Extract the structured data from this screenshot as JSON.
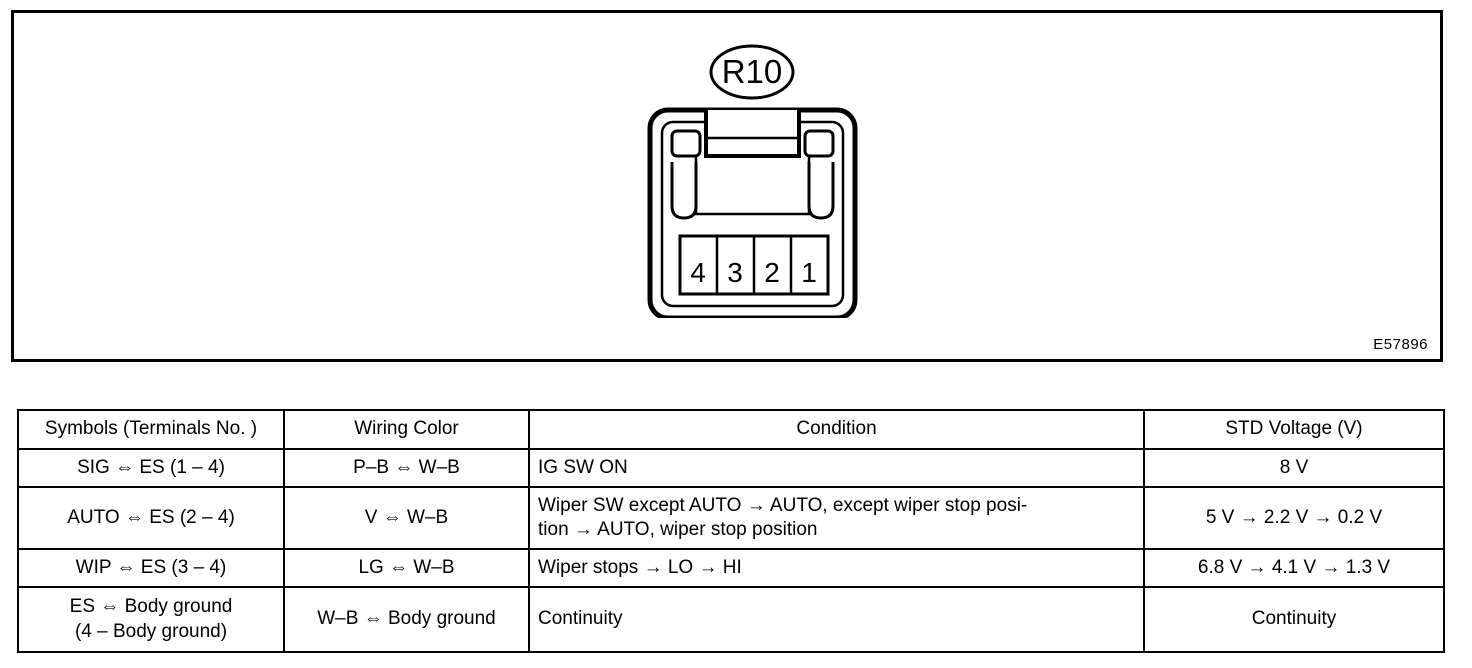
{
  "figure": {
    "connector_label": "R10",
    "terminal_numbers": [
      "4",
      "3",
      "2",
      "1"
    ],
    "reference_number": "E57896"
  },
  "table": {
    "headers": [
      "Symbols (Terminals No. )",
      "Wiring Color",
      "Condition",
      "STD Voltage (V)"
    ],
    "rows": [
      {
        "symbols": "SIG ⇔ ES (1 – 4)",
        "wiring_color": "P–B ⇔ W–B",
        "condition": "IG SW ON",
        "std_voltage": "8 V"
      },
      {
        "symbols": "AUTO ⇔ ES (2 – 4)",
        "wiring_color": "V ⇔ W–B",
        "condition": "Wiper SW except AUTO → AUTO, except wiper stop posi-\ntion → AUTO, wiper stop position",
        "std_voltage": "5 V → 2.2 V → 0.2 V"
      },
      {
        "symbols": "WIP ⇔ ES (3 – 4)",
        "wiring_color": "LG ⇔ W–B",
        "condition": "Wiper stops → LO → HI",
        "std_voltage": "6.8 V → 4.1 V → 1.3 V"
      },
      {
        "symbols": "ES ⇔ Body ground\n(4 – Body ground)",
        "wiring_color": "W–B ⇔ Body ground",
        "condition": "Continuity",
        "std_voltage": "Continuity"
      }
    ]
  }
}
